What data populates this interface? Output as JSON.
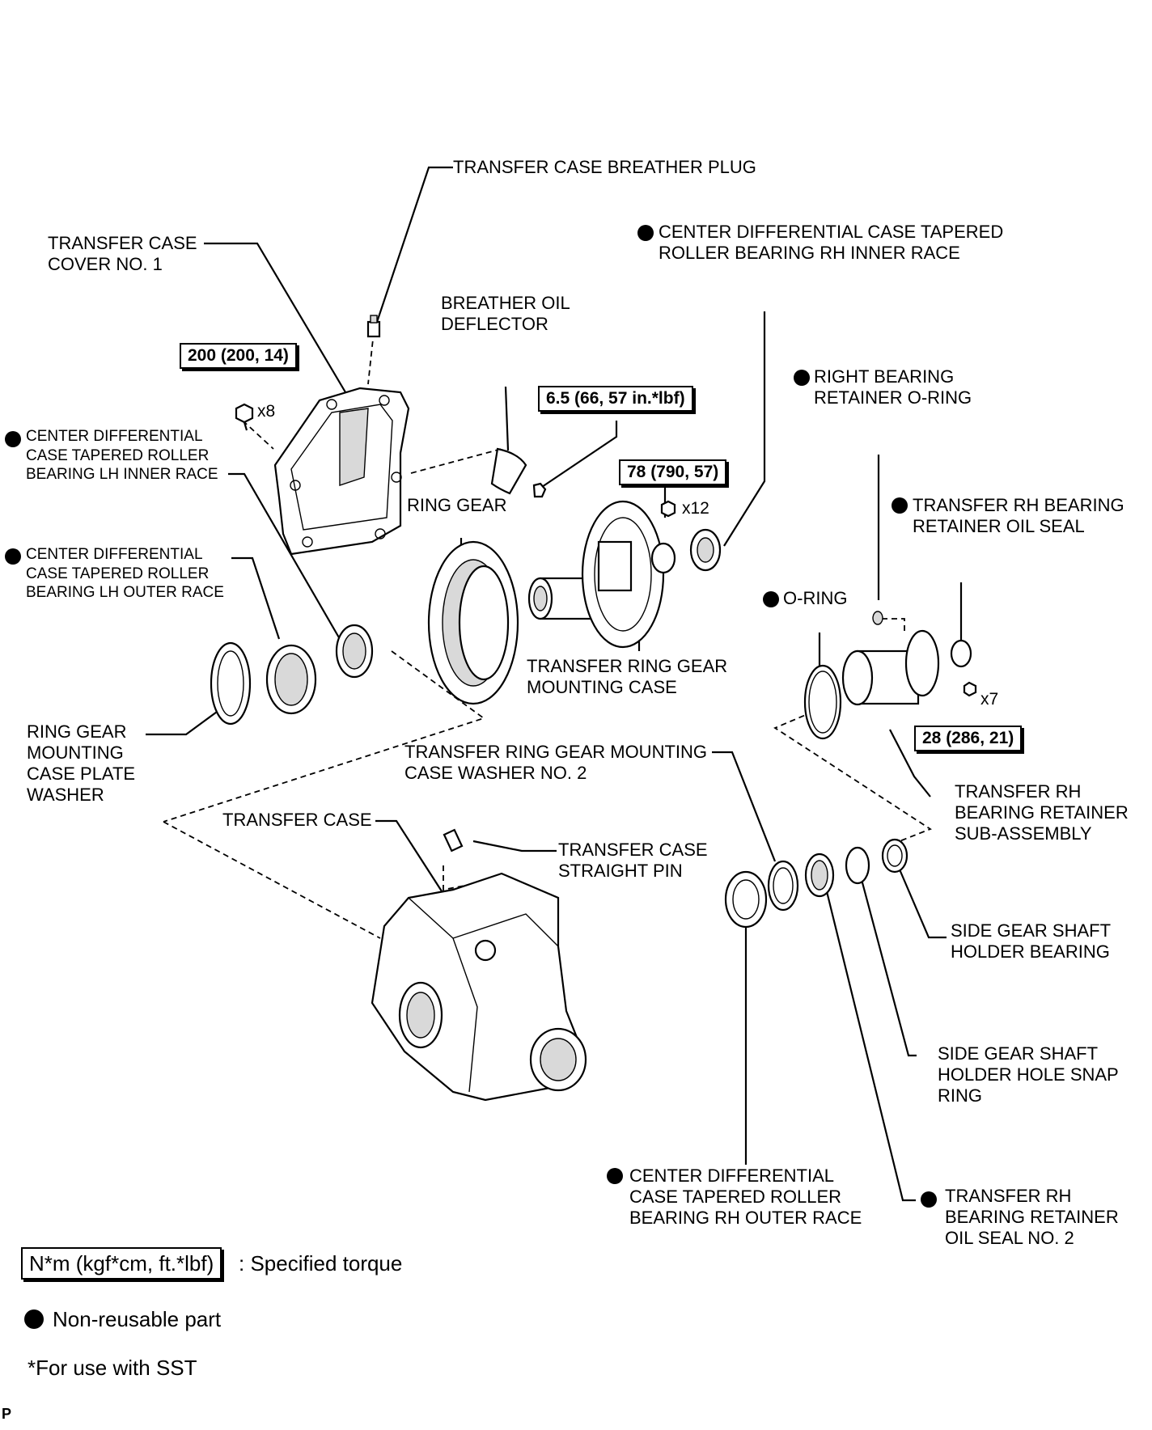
{
  "labels": {
    "breather_plug": "TRANSFER CASE BREATHER PLUG",
    "cover_no1": "TRANSFER CASE\nCOVER NO. 1",
    "rh_inner_race": "CENTER DIFFERENTIAL CASE TAPERED\nROLLER BEARING RH INNER RACE",
    "breather_deflector": "BREATHER OIL\nDEFLECTOR",
    "right_oring": "RIGHT BEARING\nRETAINER O-RING",
    "lh_inner_race": "CENTER DIFFERENTIAL\nCASE TAPERED ROLLER\nBEARING LH INNER RACE",
    "ring_gear": "RING GEAR",
    "rh_oil_seal": "TRANSFER RH BEARING\nRETAINER OIL SEAL",
    "lh_outer_race": "CENTER DIFFERENTIAL\nCASE TAPERED ROLLER\nBEARING LH OUTER RACE",
    "oring": "O-RING",
    "mounting_case": "TRANSFER RING GEAR\nMOUNTING CASE",
    "plate_washer": "RING GEAR\nMOUNTING\nCASE PLATE\nWASHER",
    "washer_no2": "TRANSFER RING GEAR MOUNTING\nCASE WASHER NO. 2",
    "rh_retainer_sub": "TRANSFER RH\nBEARING RETAINER\nSUB-ASSEMBLY",
    "transfer_case": "TRANSFER CASE",
    "straight_pin": "TRANSFER CASE\nSTRAIGHT PIN",
    "holder_bearing": "SIDE GEAR SHAFT\nHOLDER BEARING",
    "snap_ring": "SIDE GEAR SHAFT\nHOLDER HOLE SNAP\nRING",
    "rh_outer_race": "CENTER DIFFERENTIAL\nCASE TAPERED ROLLER\nBEARING RH OUTER RACE",
    "oil_seal_no2": "TRANSFER RH\nBEARING RETAINER\nOIL SEAL NO. 2"
  },
  "torques": {
    "cover_bolt": "200 (200, 14)",
    "deflector_bolt": "6.5 (66, 57 in.*lbf)",
    "ring_gear_bolt": "78 (790, 57)",
    "retainer_bolt": "28 (286, 21)"
  },
  "quantities": {
    "cover_bolt": "x8",
    "ring_gear_bolt": "x12",
    "retainer_bolt": "x7"
  },
  "legend": {
    "torque_box": "N*m (kgf*cm, ft.*lbf)",
    "torque_text": ": Specified torque",
    "nonreusable": "Non-reusable part",
    "sst": "*For use with SST"
  },
  "ref_mark": "P"
}
